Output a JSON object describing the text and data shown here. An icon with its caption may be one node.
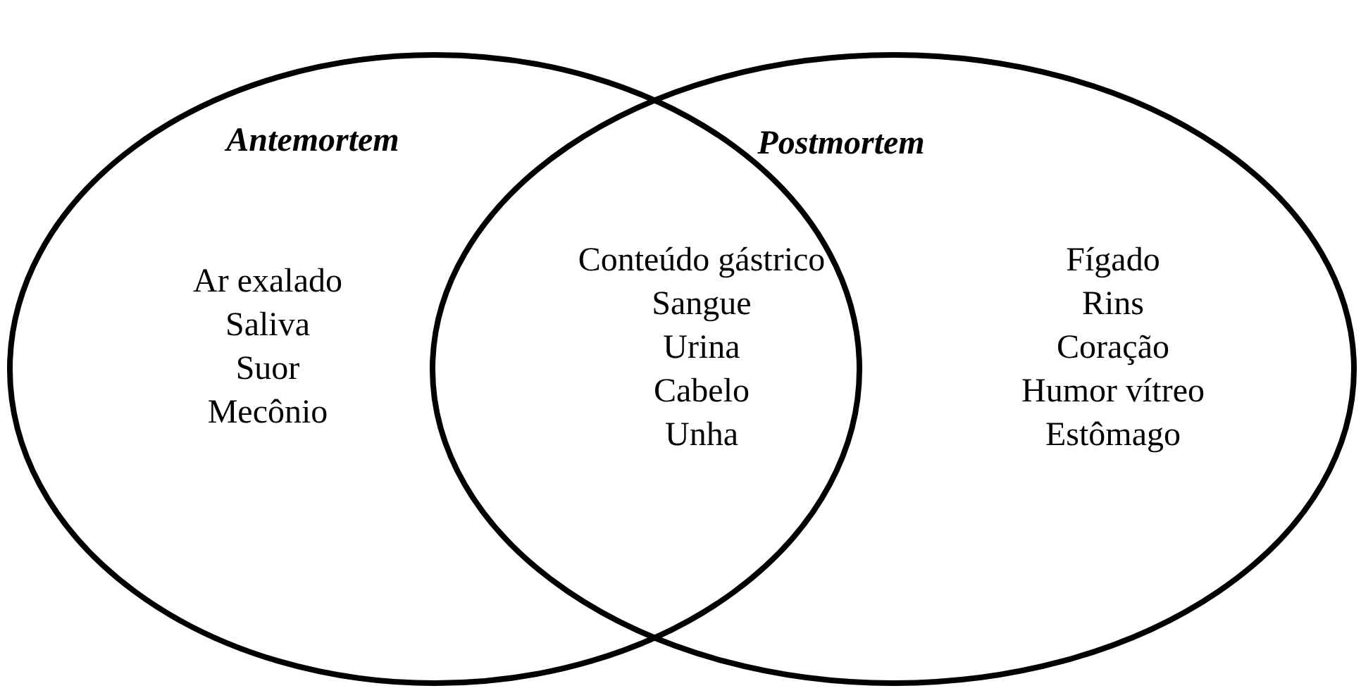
{
  "diagram": {
    "nodes": [
      {
        "text": [
          "Antemortem",
          "Ar exalado",
          "Saliva",
          "Suor",
          "Mecônio"
        ]
      },
      {
        "text": [
          "Postmortem",
          "Fígado",
          "Rins",
          "Coração",
          "Humor vítreo",
          "Estômago"
        ]
      }
    ],
    "labels": [
      "Conteúdo gástrico",
      "Sangue",
      "Urina",
      "Cabelo",
      "Unha"
    ]
  }
}
